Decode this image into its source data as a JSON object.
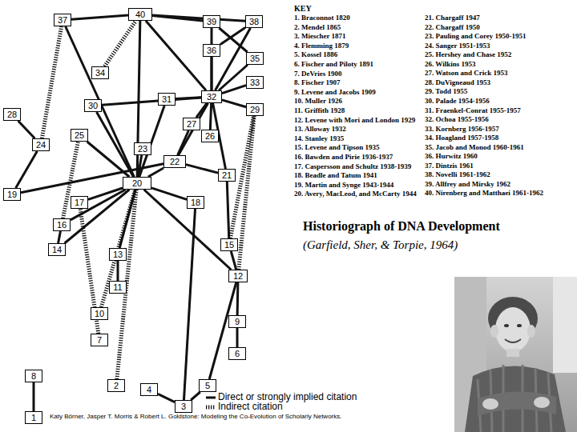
{
  "diagram": {
    "title": "Historiograph of DNA Development",
    "caption": "(Garfield, Sher, & Torpie, 1964)",
    "nodes": [
      {
        "text": [
          "1"
        ]
      },
      {
        "text": [
          "2"
        ]
      },
      {
        "text": [
          "3"
        ]
      },
      {
        "text": [
          "4"
        ]
      },
      {
        "text": [
          "5"
        ]
      },
      {
        "text": [
          "6"
        ]
      },
      {
        "text": [
          "7"
        ]
      },
      {
        "text": [
          "8"
        ]
      },
      {
        "text": [
          "9"
        ]
      },
      {
        "text": [
          "10"
        ]
      },
      {
        "text": [
          "11"
        ]
      },
      {
        "text": [
          "12"
        ]
      },
      {
        "text": [
          "13"
        ]
      },
      {
        "text": [
          "14"
        ]
      },
      {
        "text": [
          "15"
        ]
      },
      {
        "text": [
          "16"
        ]
      },
      {
        "text": [
          "17"
        ]
      },
      {
        "text": [
          "18"
        ]
      },
      {
        "text": [
          "19"
        ]
      },
      {
        "text": [
          "20"
        ]
      },
      {
        "text": [
          "21"
        ]
      },
      {
        "text": [
          "22"
        ]
      },
      {
        "text": [
          "23"
        ]
      },
      {
        "text": [
          "24"
        ]
      },
      {
        "text": [
          "25"
        ]
      },
      {
        "text": [
          "26"
        ]
      },
      {
        "text": [
          "27"
        ]
      },
      {
        "text": [
          "28"
        ]
      },
      {
        "text": [
          "29"
        ]
      },
      {
        "text": [
          "30"
        ]
      },
      {
        "text": [
          "31"
        ]
      },
      {
        "text": [
          "32"
        ]
      },
      {
        "text": [
          "33"
        ]
      },
      {
        "text": [
          "34"
        ]
      },
      {
        "text": [
          "35"
        ]
      },
      {
        "text": [
          "36"
        ]
      },
      {
        "text": [
          "37"
        ]
      },
      {
        "text": [
          "38"
        ]
      },
      {
        "text": [
          "39"
        ]
      },
      {
        "text": [
          "40"
        ]
      }
    ],
    "edges": [
      {
        "from": 0,
        "to": 7,
        "arrow": "none"
      },
      {
        "from": 5,
        "to": 8,
        "arrow": "none"
      },
      {
        "from": 8,
        "to": 11,
        "arrow": "none"
      },
      {
        "from": 11,
        "to": 14,
        "arrow": "none"
      },
      {
        "from": 4,
        "to": 11,
        "arrow": "none"
      },
      {
        "from": 2,
        "to": 4,
        "arrow": "none"
      },
      {
        "from": 2,
        "to": 3,
        "arrow": "none"
      },
      {
        "from": 2,
        "to": 17,
        "arrow": "none"
      },
      {
        "from": 10,
        "to": 12,
        "arrow": "none"
      },
      {
        "from": 12,
        "to": 19,
        "arrow": "none"
      },
      {
        "from": 11,
        "to": 19,
        "arrow": "none"
      },
      {
        "from": 13,
        "to": 15,
        "arrow": "none"
      },
      {
        "from": 13,
        "to": 19,
        "arrow": "none"
      },
      {
        "from": 15,
        "to": 19,
        "arrow": "none"
      },
      {
        "from": 16,
        "to": 19,
        "arrow": "none"
      },
      {
        "from": 18,
        "to": 21,
        "arrow": "none"
      },
      {
        "from": 18,
        "to": 23,
        "arrow": "none"
      },
      {
        "from": 23,
        "to": 27,
        "arrow": "none"
      },
      {
        "from": 19,
        "to": 24,
        "arrow": "none"
      },
      {
        "from": 19,
        "to": 29,
        "arrow": "none"
      },
      {
        "from": 19,
        "to": 30,
        "arrow": "none"
      },
      {
        "from": 19,
        "to": 22,
        "arrow": "none"
      },
      {
        "from": 19,
        "to": 21,
        "arrow": "none"
      },
      {
        "from": 21,
        "to": 26,
        "arrow": "none"
      },
      {
        "from": 20,
        "to": 21,
        "arrow": "none"
      },
      {
        "from": 21,
        "to": 31,
        "arrow": "none"
      },
      {
        "from": 26,
        "to": 31,
        "arrow": "none"
      },
      {
        "from": 25,
        "to": 31,
        "arrow": "none"
      },
      {
        "from": 20,
        "to": 31,
        "arrow": "none"
      },
      {
        "from": 14,
        "to": 20,
        "arrow": "none"
      },
      {
        "from": 19,
        "to": 36,
        "arrow": "none"
      },
      {
        "from": 19,
        "to": 39,
        "arrow": "none"
      },
      {
        "from": 31,
        "to": 35,
        "arrow": "none"
      },
      {
        "from": 31,
        "to": 38,
        "arrow": "none"
      },
      {
        "from": 31,
        "to": 37,
        "arrow": "none"
      },
      {
        "from": 31,
        "to": 34,
        "arrow": "none"
      },
      {
        "from": 31,
        "to": 32,
        "arrow": "none"
      },
      {
        "from": 28,
        "to": 31,
        "arrow": "none"
      },
      {
        "from": 30,
        "to": 31,
        "arrow": "none"
      },
      {
        "from": 31,
        "to": 39,
        "arrow": "none"
      },
      {
        "from": 37,
        "to": 39,
        "arrow": "none"
      },
      {
        "from": 38,
        "to": 39,
        "arrow": "none"
      },
      {
        "from": 34,
        "to": 38,
        "arrow": "none"
      },
      {
        "from": 35,
        "to": 37,
        "arrow": "none"
      },
      {
        "from": 36,
        "to": 39,
        "arrow": "none"
      },
      {
        "from": 17,
        "to": 19,
        "arrow": "none"
      },
      {
        "from": 29,
        "to": 31,
        "arrow": "none"
      },
      {
        "from": 1,
        "to": 19,
        "arrow": "none"
      },
      {
        "from": 9,
        "to": 19,
        "arrow": "none"
      },
      {
        "from": 11,
        "to": 28,
        "arrow": "none"
      },
      {
        "from": 23,
        "to": 36,
        "arrow": "none"
      },
      {
        "from": 33,
        "to": 39,
        "arrow": "none"
      },
      {
        "from": 14,
        "to": 28,
        "arrow": "none"
      },
      {
        "from": 6,
        "to": 16,
        "arrow": "none"
      },
      {
        "from": 15,
        "to": 24,
        "arrow": "none"
      }
    ],
    "labels": [
      "KEY",
      "1. Braconnot 1820",
      "2. Mendel 1865",
      "3. Miescher 1871",
      "4. Flemming 1879",
      "5. Kossel 1886",
      "6. Fischer and Piloty 1891",
      "7. DeVries 1900",
      "8. Fischer 1907",
      "9. Levene and Jacobs 1909",
      "10. Muller 1926",
      "11. Griffith 1928",
      "12. Levene with Mori and London 1929",
      "13. Alloway 1932",
      "14. Stanley 1935",
      "15. Levene and Tipson 1935",
      "16. Bawden and Pirie 1936-1937",
      "17. Caspersson and Schultz 1938-1939",
      "18. Beadle and Tatum 1941",
      "19. Martin and Synge 1943-1944",
      "20. Avery, MacLeod, and McCarty 1944",
      "21. Chargaff 1947",
      "22. Chargaff 1950",
      "23. Pauling and Corey 1950-1951",
      "24. Sanger 1951-1953",
      "25. Hershey and Chase 1952",
      "26. Wilkins 1953",
      "27. Watson and Crick 1953",
      "28. DuVigneaud 1953",
      "29. Todd 1955",
      "30. Palade 1954-1956",
      "31. Fraenkel-Conrat 1955-1957",
      "32. Ochoa 1955-1956",
      "33. Kornberg 1956-1957",
      "34. Hoagland 1957-1958",
      "35. Jacob and Monod 1960-1961",
      "36. Hurwitz 1960",
      "37. Dintzis 1961",
      "38. Novelli 1961-1962",
      "39. Allfrey and Mirsky 1962",
      "40. Nirenberg and Matthaei 1961-1962",
      "Katy Börner, Jasper T. Morris & Robert L. Goldstone: Modeling the Co-Evolution of Scholarly Networks."
    ],
    "legend": [
      {
        "text": "Direct or strongly implied citation"
      },
      {
        "text": "Indirect citation"
      }
    ]
  }
}
